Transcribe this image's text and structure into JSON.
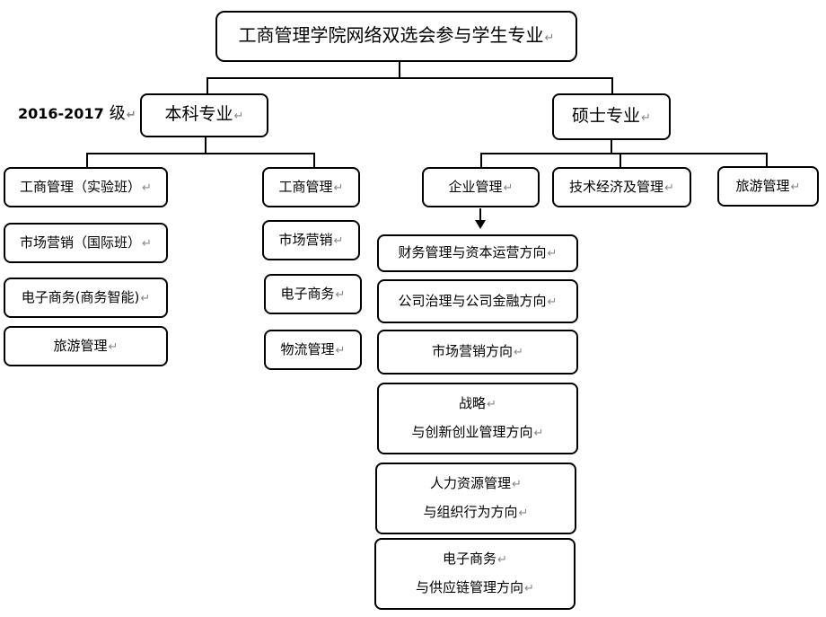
{
  "title": "工商管理学院网络双选会参与学生专业",
  "return_mark": "↵",
  "grade": {
    "year": "2016-2017",
    "suffix": "级"
  },
  "undergrad": {
    "label": "本科专业",
    "left_column": [
      "工商管理（实验班）",
      "市场营销（国际班）",
      "电子商务(商务智能)",
      "旅游管理"
    ],
    "right_column": [
      "工商管理",
      "市场营销",
      "电子商务",
      "物流管理"
    ]
  },
  "master": {
    "label": "硕士专业",
    "categories": [
      "企业管理",
      "技术经济及管理",
      "旅游管理"
    ],
    "directions": [
      [
        "财务管理与资本运营方向"
      ],
      [
        "公司治理与公司金融方向"
      ],
      [
        "市场营销方向"
      ],
      [
        "战略",
        "与创新创业管理方向"
      ],
      [
        "人力资源管理",
        "与组织行为方向"
      ],
      [
        "电子商务",
        "与供应链管理方向"
      ]
    ]
  }
}
